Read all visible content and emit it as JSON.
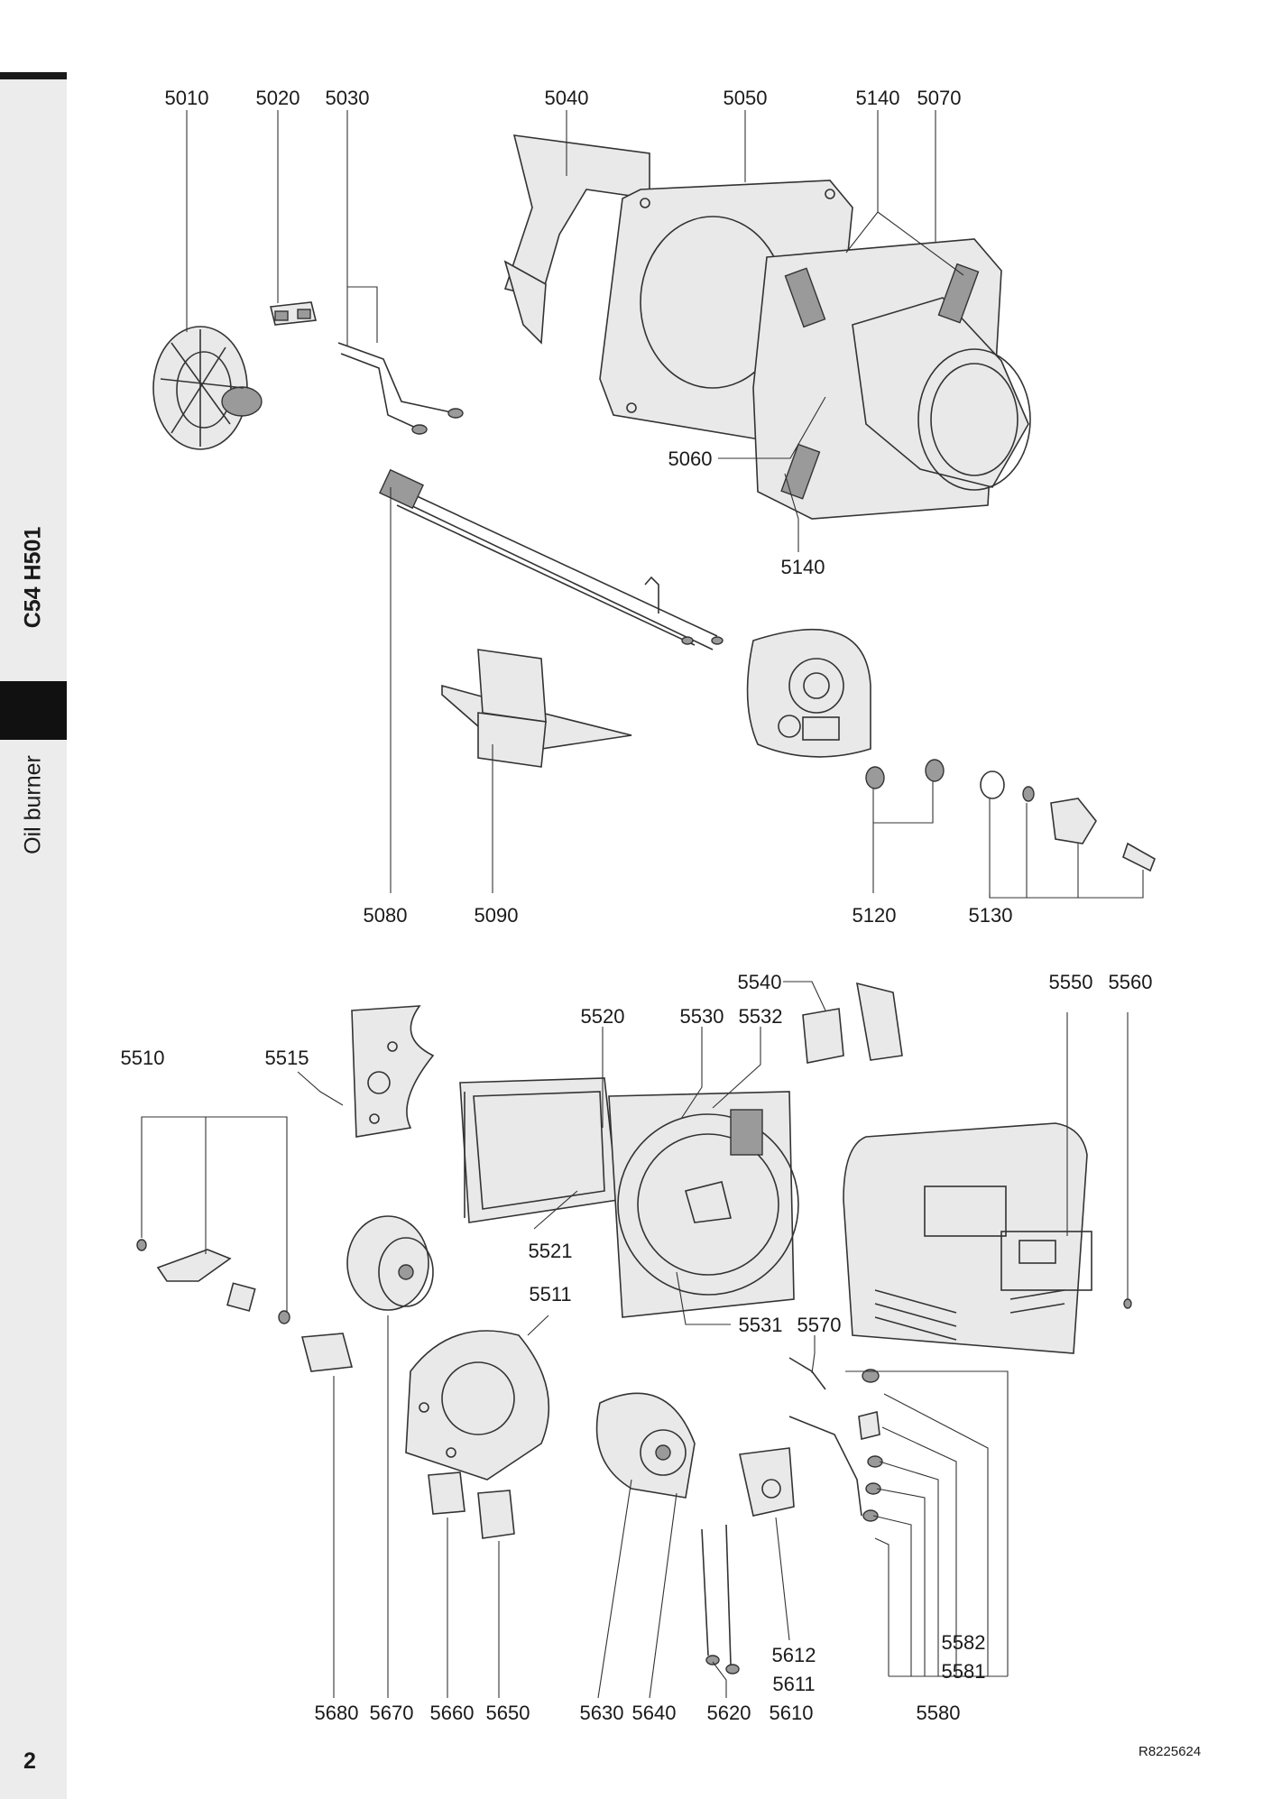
{
  "sidebar": {
    "model": "C54 H501",
    "product": "Oil burner"
  },
  "page_number": "2",
  "reference_code": "R8225624",
  "callouts": {
    "5010": "5010",
    "5020": "5020",
    "5030": "5030",
    "5040": "5040",
    "5050": "5050",
    "5140a": "5140",
    "5070": "5070",
    "5060": "5060",
    "5140b": "5140",
    "5080": "5080",
    "5090": "5090",
    "5120": "5120",
    "5130": "5130",
    "5540": "5540",
    "5550": "5550",
    "5560": "5560",
    "5520": "5520",
    "5530": "5530",
    "5532": "5532",
    "5510": "5510",
    "5515": "5515",
    "5521": "5521",
    "5511": "5511",
    "5531": "5531",
    "5570": "5570",
    "5612": "5612",
    "5611": "5611",
    "5582": "5582",
    "5581": "5581",
    "5680": "5680",
    "5670": "5670",
    "5660": "5660",
    "5650": "5650",
    "5630": "5630",
    "5640": "5640",
    "5620": "5620",
    "5610": "5610",
    "5580": "5580"
  }
}
